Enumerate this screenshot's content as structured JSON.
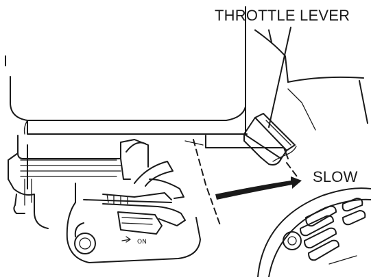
{
  "labels": {
    "throttle_lever": "THROTTLE LEVER",
    "slow": "SLOW",
    "switch_marking": "ON"
  }
}
